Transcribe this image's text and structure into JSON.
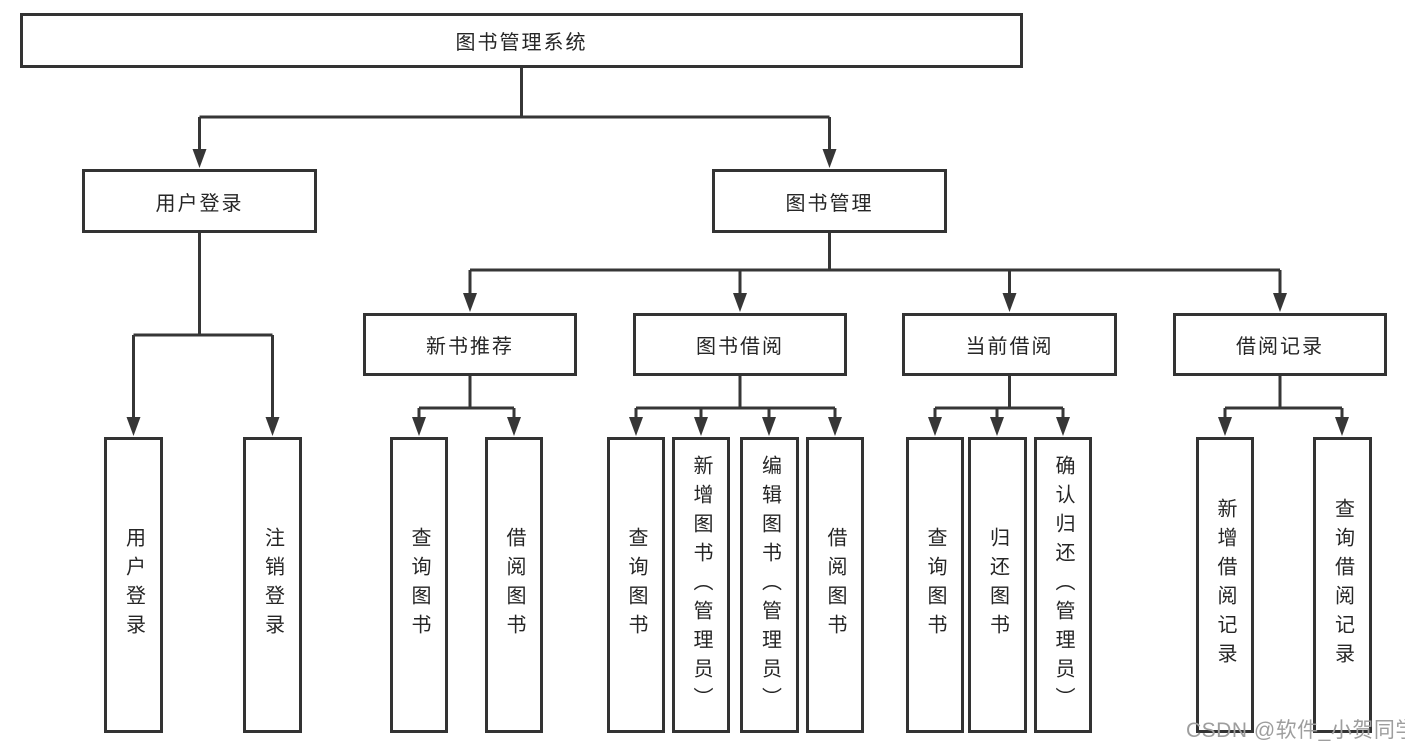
{
  "diagram": {
    "title": "图书管理系统",
    "colors": {
      "line": "#363636",
      "box_border": "#333333",
      "text": "#262626",
      "watermark": "#9e9e9e",
      "background": "#ffffff"
    },
    "tree": {
      "root": {
        "label": "图书管理系统"
      },
      "children": [
        {
          "label": "用户登录",
          "children": [
            {
              "label": "用户登录"
            },
            {
              "label": "注销登录"
            }
          ]
        },
        {
          "label": "图书管理",
          "children": [
            {
              "label": "新书推荐",
              "children": [
                {
                  "label": "查询图书"
                },
                {
                  "label": "借阅图书"
                }
              ]
            },
            {
              "label": "图书借阅",
              "children": [
                {
                  "label": "查询图书"
                },
                {
                  "label": "新增图书（管理员）"
                },
                {
                  "label": "编辑图书（管理员）"
                },
                {
                  "label": "借阅图书"
                }
              ]
            },
            {
              "label": "当前借阅",
              "children": [
                {
                  "label": "查询图书"
                },
                {
                  "label": "归还图书"
                },
                {
                  "label": "确认归还（管理员）"
                }
              ]
            },
            {
              "label": "借阅记录",
              "children": [
                {
                  "label": "新增借阅记录"
                },
                {
                  "label": "查询借阅记录"
                }
              ]
            }
          ]
        }
      ]
    },
    "watermark": {
      "text": "CSDN @软件_小贺同学"
    }
  }
}
